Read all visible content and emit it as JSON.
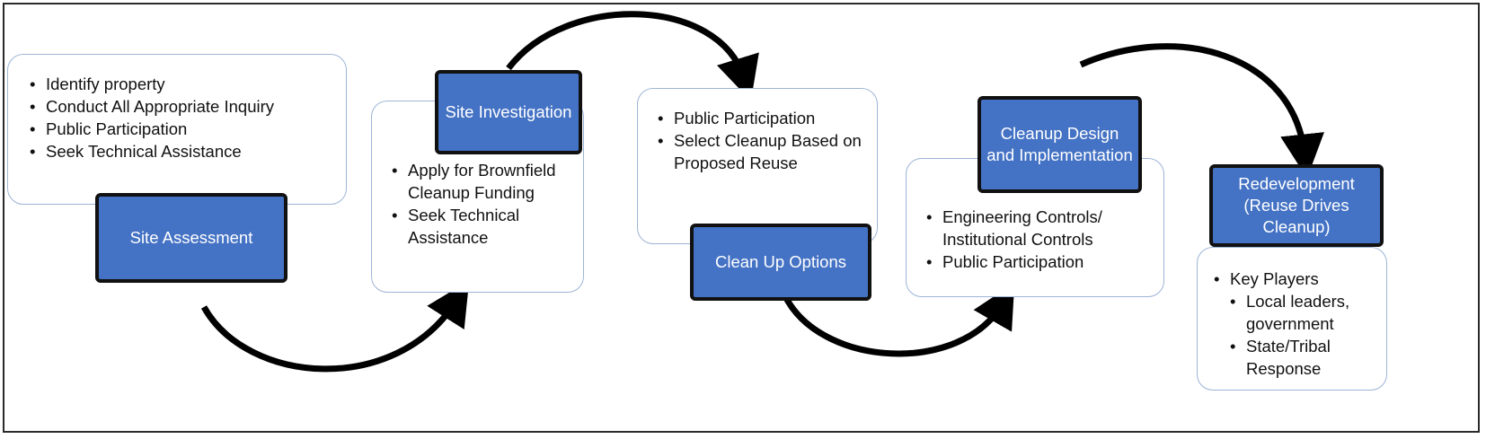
{
  "stages": [
    {
      "id": "site-assessment",
      "label": "Site Assessment",
      "bullets": [
        {
          "text": "Identify property",
          "level": 1
        },
        {
          "text": "Conduct All Appropriate Inquiry",
          "level": 1
        },
        {
          "text": "Public Participation",
          "level": 1
        },
        {
          "text": "Seek Technical Assistance",
          "level": 1
        }
      ]
    },
    {
      "id": "site-investigation",
      "label": "Site Investigation",
      "bullets": [
        {
          "text": "Apply for Brownfield Cleanup Funding",
          "level": 1
        },
        {
          "text": "Seek Technical Assistance",
          "level": 1
        }
      ]
    },
    {
      "id": "clean-up-options",
      "label": "Clean Up Options",
      "bullets": [
        {
          "text": "Public Participation",
          "level": 1
        },
        {
          "text": "Select Cleanup Based on Proposed Reuse",
          "level": 1
        }
      ]
    },
    {
      "id": "cleanup-design",
      "label": "Cleanup Design and Implementation",
      "bullets": [
        {
          "text": "Engineering Controls/ Institutional Controls",
          "level": 1
        },
        {
          "text": "Public Participation",
          "level": 1
        }
      ]
    },
    {
      "id": "redevelopment",
      "label": "Redevelopment (Reuse Drives Cleanup)",
      "bullets": [
        {
          "text": "Key Players",
          "level": 1
        },
        {
          "text": "Local leaders, government",
          "level": 2
        },
        {
          "text": "State/Tribal Response",
          "level": 2
        }
      ]
    }
  ],
  "colors": {
    "stage_fill": "#4472c4",
    "stage_border": "#111111",
    "note_border": "#9db4d6",
    "arrow": "#000000"
  }
}
